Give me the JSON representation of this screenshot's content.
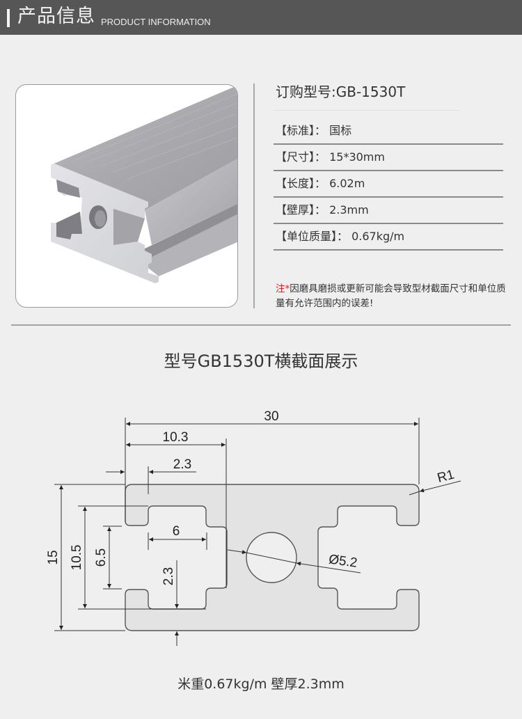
{
  "header": {
    "title_cn": "产品信息",
    "title_en": "PRODUCT INFORMATION"
  },
  "product": {
    "image_alt": "aluminum-profile-photo",
    "order_title": "订购型号:GB-1530T",
    "specs": [
      {
        "label": "【标准】",
        "value": "国标",
        "text": "【标准】： 国标"
      },
      {
        "label": "【尺寸】",
        "value": "15*30mm",
        "text": "【尺寸】： 15*30mm"
      },
      {
        "label": "【长度】",
        "value": "6.02m",
        "text": "【长度】： 6.02m"
      },
      {
        "label": "【壁厚】",
        "value": "2.3mm",
        "text": "【壁厚】： 2.3mm"
      },
      {
        "label": "【单位质量】",
        "value": "0.67kg/m",
        "text": "【单位质量】： 0.67kg/m"
      }
    ],
    "note_prefix": "注*",
    "note_text": "因磨具磨损或更新可能会导致型材截面尺寸和单位质量有允许范围内的误差!"
  },
  "cross_section": {
    "title": "型号GB1530T横截面展示",
    "dimensions": {
      "width_total": "30",
      "width_slot_to_web": "10.3",
      "lip_width": "2.3",
      "height_total": "15",
      "slot_inner_height": "10.5",
      "slot_opening": "6.5",
      "slot_inner_width": "6",
      "wall_thickness": "2.3",
      "corner_radius": "R1",
      "hole_diameter": "Ø5.2"
    },
    "caption": "米重0.67kg/m  壁厚2.3mm"
  },
  "colors": {
    "background": "#efefef",
    "header_bar": "#565656",
    "note_accent": "#e02020",
    "profile_fill": "#e2e2e2",
    "line": "#444444"
  }
}
